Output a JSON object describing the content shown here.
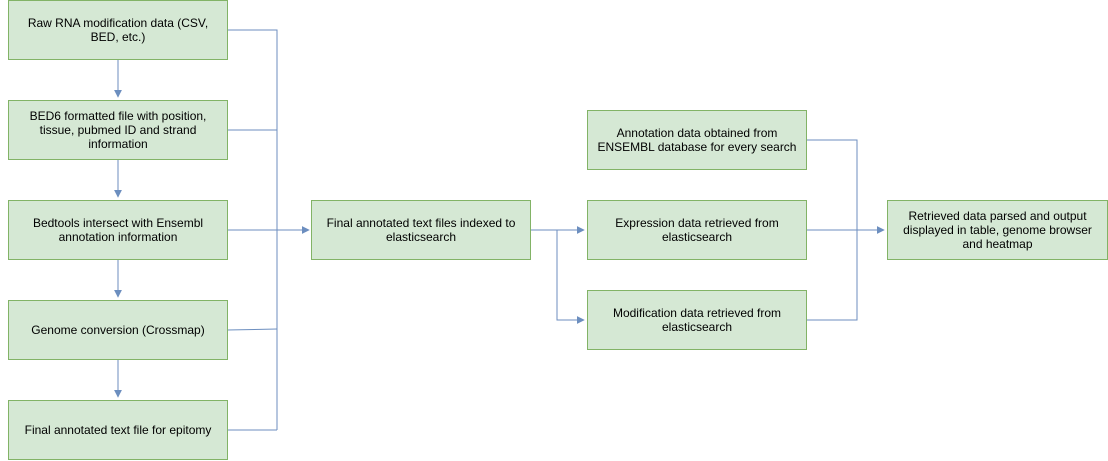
{
  "nodes": {
    "raw": "Raw RNA modification data (CSV, BED, etc.)",
    "bed6": "BED6 formatted file with position, tissue, pubmed ID and strand information",
    "bedtools": "Bedtools intersect with Ensembl annotation information",
    "crossmap": "Genome conversion (Crossmap)",
    "epitomy": "Final annotated text file for epitomy",
    "indexed": "Final annotated text files indexed to elasticsearch",
    "annotation": "Annotation data obtained from ENSEMBL database for every search",
    "expression": "Expression data retrieved from elasticsearch",
    "modification": "Modification data retrieved from elasticsearch",
    "output": "Retrieved data parsed and output displayed in table, genome browser and heatmap"
  },
  "colors": {
    "node_fill": "#d5e8d4",
    "node_border": "#82b366",
    "edge": "#6c8ebf"
  }
}
